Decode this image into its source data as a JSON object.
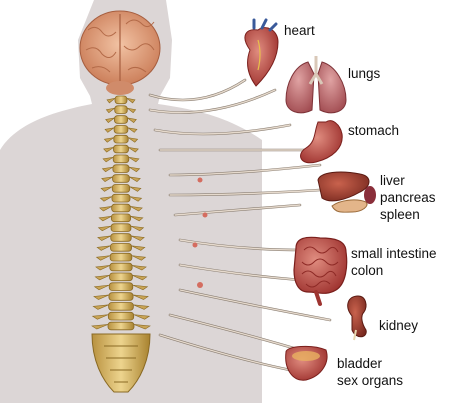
{
  "labels": {
    "heart": "heart",
    "lungs": "lungs",
    "stomach": "stomach",
    "liver": "liver",
    "pancreas": "pancreas",
    "spleen": "spleen",
    "small_intestine": "small intestine",
    "colon": "colon",
    "kidney": "kidney",
    "bladder": "bladder",
    "sex_organs": "sex organs"
  },
  "colors": {
    "body_silhouette": "#dcd6d6",
    "bone": "#d9b866",
    "bone_shadow": "#a67f2e",
    "brain": "#e2a27f",
    "nerve": "#cdbfb0",
    "nerve_outline": "#8a7e72",
    "organ_red": "#b8433f",
    "lung_pink": "#c27173",
    "label_text": "#111111"
  }
}
